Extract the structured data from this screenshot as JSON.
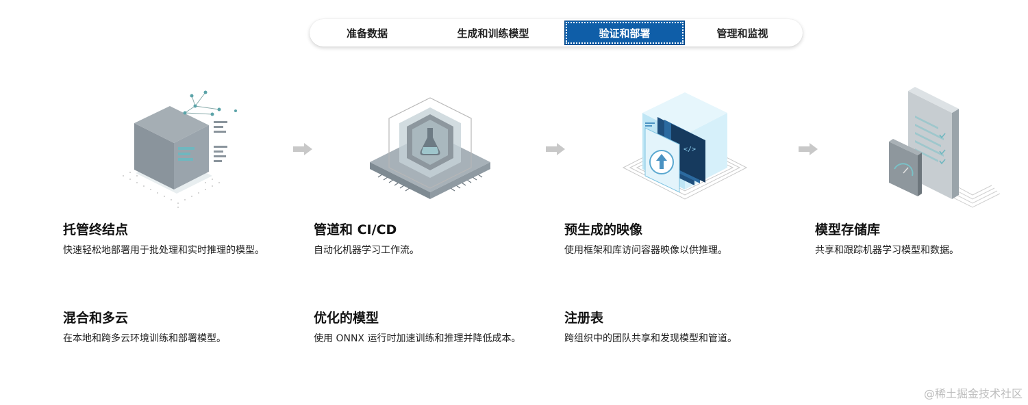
{
  "tabs": [
    {
      "label": "准备数据"
    },
    {
      "label": "生成和训练模型"
    },
    {
      "label": "验证和部署",
      "active": true
    },
    {
      "label": "管理和监视"
    }
  ],
  "features": [
    {
      "title": "托管终结点",
      "desc": "快速轻松地部署用于批处理和实时推理的模型。"
    },
    {
      "title": "管道和 CI/CD",
      "desc": "自动化机器学习工作流。"
    },
    {
      "title": "预生成的映像",
      "desc": "使用框架和库访问容器映像以供推理。"
    },
    {
      "title": "模型存储库",
      "desc": "共享和跟踪机器学习模型和数据。"
    },
    {
      "title": "混合和多云",
      "desc": "在本地和跨多云环境训练和部署模型。"
    },
    {
      "title": "优化的模型",
      "desc": "使用 ONNX 运行时加速训练和推理并降低成本。"
    },
    {
      "title": "注册表",
      "desc": "跨组织中的团队共享和发现模型和管道。"
    }
  ],
  "watermark": "@稀土掘金技术社区",
  "colors": {
    "active_tab": "#0f5ea8",
    "arrow": "#c8c8c8"
  },
  "icons": [
    "cube-network-icon",
    "chip-flask-icon",
    "container-image-icon",
    "document-gauge-icon",
    "arrow-right-icon"
  ]
}
